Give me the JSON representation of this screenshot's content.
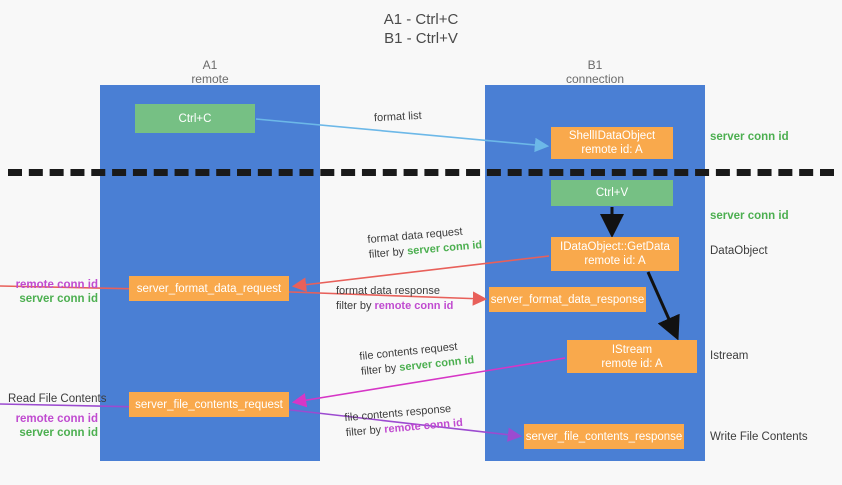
{
  "title": {
    "line1": "A1 - Ctrl+C",
    "line2": "B1 - Ctrl+V"
  },
  "lanes": [
    {
      "name": "A1",
      "subtitle": "remote"
    },
    {
      "name": "B1",
      "subtitle": "connection"
    }
  ],
  "nodes": {
    "ctrl_c": {
      "label": "Ctrl+C",
      "color": "#76c084"
    },
    "data_object": {
      "line1": "ShellIDataObject",
      "line2": "remote id: A",
      "color": "#f9a94c"
    },
    "ctrl_v": {
      "label": "Ctrl+V",
      "color": "#76c084"
    },
    "get_data": {
      "line1": "IDataObject::GetData",
      "line2": "remote id: A",
      "color": "#f9a94c"
    },
    "server_format_data_request": {
      "label": "server_format_data_request",
      "color": "#f9a94c"
    },
    "server_format_data_response": {
      "label": "server_format_data_response",
      "color": "#f9a94c"
    },
    "istream": {
      "line1": "IStream",
      "line2": "remote id: A",
      "color": "#f9a94c"
    },
    "server_file_contents_request": {
      "label": "server_file_contents_request",
      "color": "#f9a94c"
    },
    "server_file_contents_response": {
      "label": "server_file_contents_response",
      "color": "#f9a94c"
    }
  },
  "edges": {
    "format_list": {
      "line1": "format list"
    },
    "format_data_request": {
      "line1": "format data request",
      "filter_prefix": "filter by ",
      "filter_value": "server conn id"
    },
    "format_data_response": {
      "line1": "format data response",
      "filter_prefix": "filter by ",
      "filter_value": "remote conn id"
    },
    "file_contents_request": {
      "line1": "file contents request",
      "filter_prefix": "filter by ",
      "filter_value": "server conn id"
    },
    "file_contents_response": {
      "line1": "file contents response",
      "filter_prefix": "filter by ",
      "filter_value": "remote conn id"
    }
  },
  "right_labels": {
    "server_conn_id_1": "server conn id",
    "server_conn_id_2": "server conn id",
    "data_object": "DataObject",
    "istream": "Istream",
    "write_file_contents": "Write File Contents"
  },
  "left_labels": {
    "remote_conn_id_1": "remote conn id",
    "server_conn_id_1": "server conn id",
    "read_file_contents": "Read File Contents",
    "remote_conn_id_2": "remote conn id",
    "server_conn_id_2": "server conn id"
  },
  "colors": {
    "lane": "#4a7fd4",
    "orange": "#f9a94c",
    "green_node": "#76c084",
    "server_conn_id": "#4caf50",
    "remote_conn_id": "#c04bd0",
    "arrow_blue": "#6cb8e8",
    "arrow_red": "#e8605a",
    "arrow_magenta": "#d636c6",
    "arrow_purple": "#9c4bd0",
    "arrow_black": "#111111",
    "divider": "#1a1a1a",
    "background": "#f8f8f8"
  }
}
